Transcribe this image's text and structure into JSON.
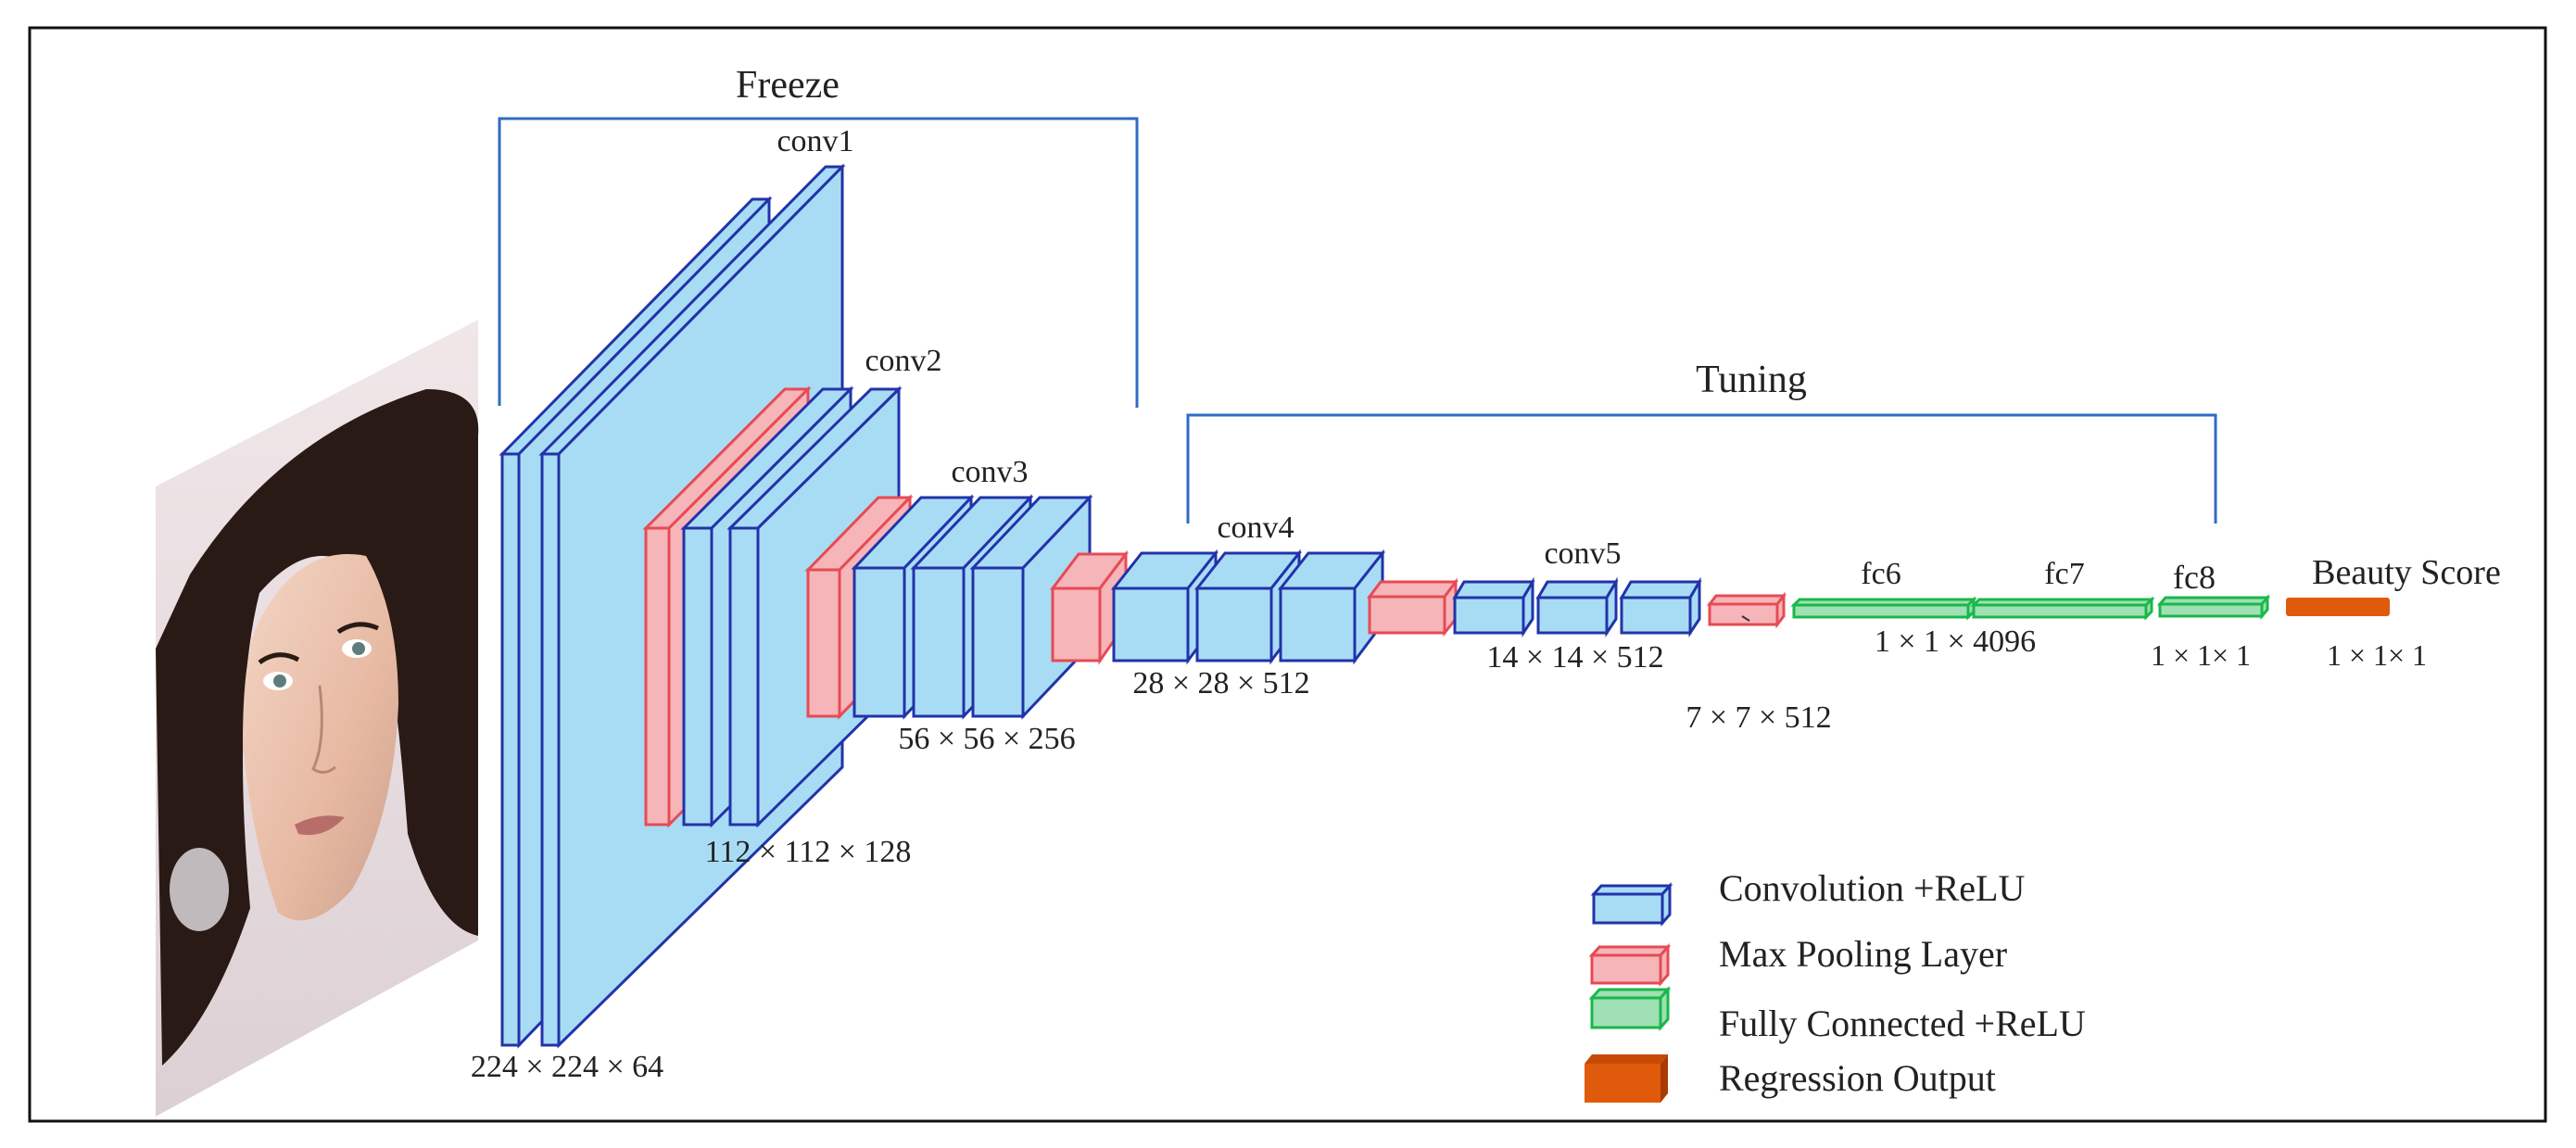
{
  "labels": {
    "freeze": "Freeze",
    "tuning": "Tuning",
    "conv1": "conv1",
    "conv2": "conv2",
    "conv3": "conv3",
    "conv4": "conv4",
    "conv5": "conv5",
    "fc6": "fc6",
    "fc7": "fc7",
    "fc8": "fc8",
    "beauty_score": "Beauty Score"
  },
  "dimensions": {
    "d224": "224 × 224 × 64",
    "d112": "112 × 112 × 128",
    "d56": "56 × 56 × 256",
    "d28": "28 × 28 × 512",
    "d14": "14 × 14 × 512",
    "d7": "7 × 7 × 512",
    "d4096": "1 × 1 × 4096",
    "fc8_dim": "1 × 1× 1",
    "out_dim": "1 × 1× 1"
  },
  "legend": {
    "conv": "Convolution +ReLU",
    "pool": "Max Pooling Layer",
    "fc": "Fully Connected +ReLU",
    "reg": "Regression Output"
  },
  "colors": {
    "conv_fill": "#a8dcf4",
    "conv_stroke": "#2233aa",
    "pool_fill": "#f6b5b8",
    "pool_stroke": "#e64b55",
    "fc_fill": "#9fe0b4",
    "fc_stroke": "#19b84a",
    "reg_fill": "#e05a0c",
    "bracket": "#2f6bc4"
  }
}
